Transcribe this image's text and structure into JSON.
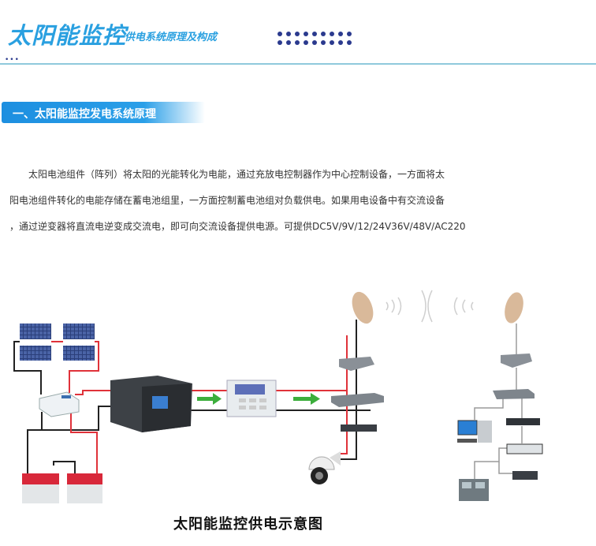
{
  "header": {
    "title_main": "太阳能监控",
    "title_sub": "供电系统原理及构成",
    "more_dots": "•••"
  },
  "section": {
    "title": "一、太阳能监控发电系统原理"
  },
  "paragraph": {
    "lines": [
      "　　太阳电池组件（阵列）将太阳的光能转化为电能，通过充放电控制器作为中心控制设备，一方面将太",
      "阳电池组件转化的电能存储在蓄电池组里，一方面控制蓄电池组对负载供电。如果用电设备中有交流设备",
      "，通过逆变器将直流电逆变成交流电，即可向交流设备提供电源。可提供DC5V/9V/12/24V36V/48V/AC220"
    ]
  },
  "diagram": {
    "caption": "太阳能监控供电示意图",
    "colors": {
      "positive": "#e0323a",
      "negative": "#222222",
      "arrow": "#3cae3c",
      "link": "#9a9a9a"
    }
  }
}
